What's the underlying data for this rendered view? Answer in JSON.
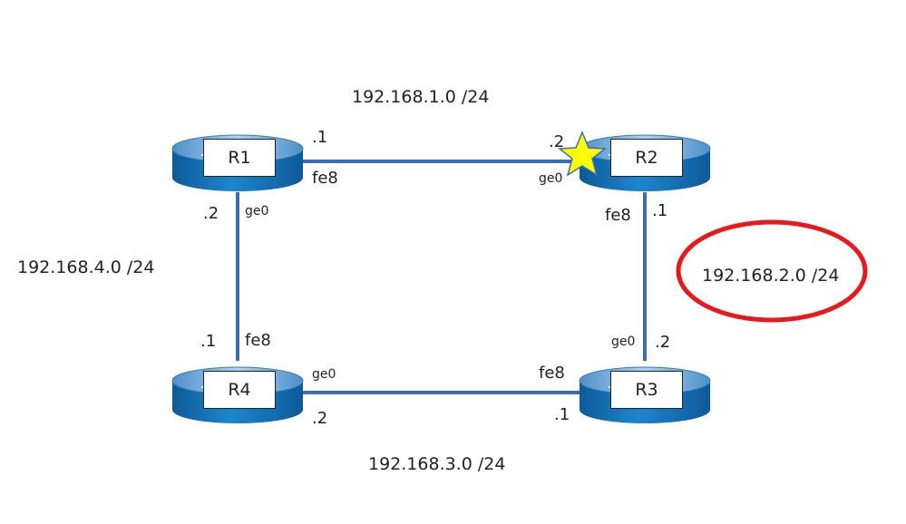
{
  "networks": {
    "n1": "192.168.1.0 /24",
    "n2": "192.168.2.0 /24",
    "n3": "192.168.3.0 /24",
    "n4": "192.168.4.0 /24"
  },
  "routers": {
    "r1": "R1",
    "r2": "R2",
    "r3": "R3",
    "r4": "R4"
  },
  "interfaces": {
    "r1_east": {
      "addr": ".1",
      "name": "fe8"
    },
    "r1_south": {
      "addr": ".2",
      "name": "ge0"
    },
    "r2_west": {
      "addr": ".2",
      "name": "ge0"
    },
    "r2_south": {
      "addr": ".1",
      "name": "fe8"
    },
    "r3_north": {
      "addr": ".2",
      "name": "ge0"
    },
    "r3_west": {
      "addr": ".1",
      "name": "fe8"
    },
    "r4_north": {
      "addr": ".1",
      "name": "fe8"
    },
    "r4_east": {
      "addr": ".2",
      "name": "ge0"
    }
  },
  "colors": {
    "link": "#3b6cb4",
    "router_top": "#7fb6e0",
    "router_body": "#1878bd",
    "highlight_ellipse": "#e8191d",
    "star_fill": "#ffff00"
  },
  "icons": {
    "router": "router-icon",
    "marker": "star-icon"
  }
}
